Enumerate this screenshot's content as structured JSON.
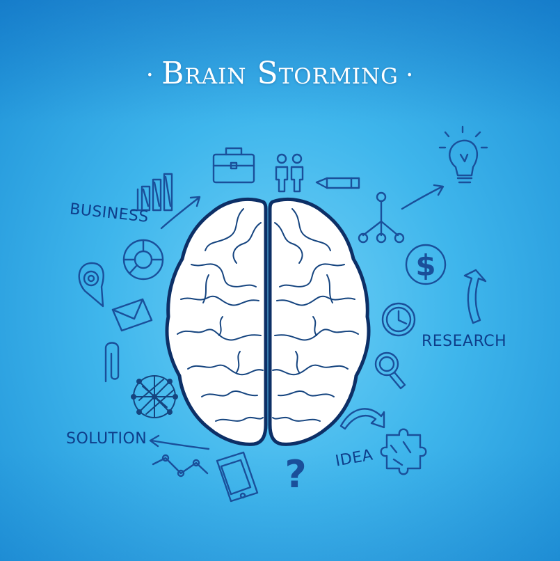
{
  "title": {
    "text": "Brain Storming",
    "dot": "·"
  },
  "labels": {
    "business": "BUSINESS",
    "research": "RESEARCH",
    "solution": "SOLUTION",
    "idea": "IDEA"
  },
  "glyphs": {
    "dollar": "$",
    "question": "?"
  },
  "colors": {
    "ink": "#1a4f9a",
    "brain_outline": "#0d2f66",
    "background": "#3fb6ec",
    "title": "#ffffff"
  }
}
